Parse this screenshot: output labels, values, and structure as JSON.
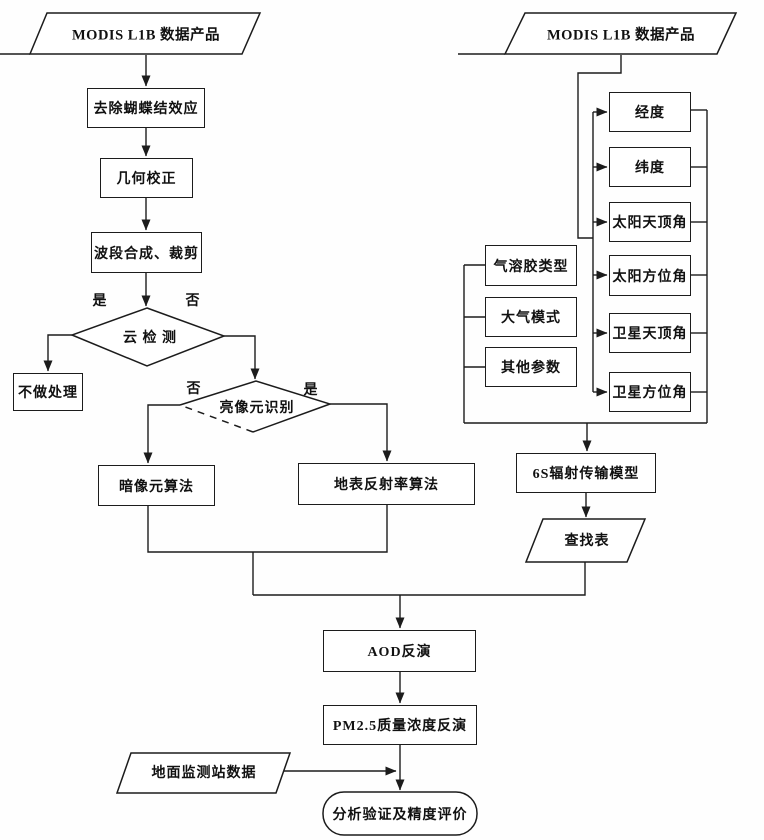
{
  "nodes": {
    "modis_left": "MODIS L1B 数据产品",
    "remove_bowtie": "去除蝴蝶结效应",
    "geometric_correction": "几何校正",
    "band_composite_crop": "波段合成、裁剪",
    "cloud_detection": "云 检 测",
    "no_processing": "不做处理",
    "bright_pixel_id": "亮像元识别",
    "dark_pixel_algo": "暗像元算法",
    "surface_reflectance_algo": "地表反射率算法",
    "modis_right": "MODIS L1B 数据产品",
    "longitude": "经度",
    "latitude": "纬度",
    "sun_zenith": "太阳天顶角",
    "sun_azimuth": "太阳方位角",
    "sat_zenith": "卫星天顶角",
    "sat_azimuth": "卫星方位角",
    "aerosol_type": "气溶胶类型",
    "atmospheric_model": "大气模式",
    "other_params": "其他参数",
    "rt_model_6s": "6S辐射传输模型",
    "lookup_table": "查找表",
    "aod_retrieval": "AOD反演",
    "pm25_retrieval": "PM2.5质量浓度反演",
    "ground_station_data": "地面监测站数据",
    "analysis_validation": "分析验证及精度评价"
  },
  "branch_labels": {
    "cloud_yes": "是",
    "cloud_no": "否",
    "bright_no": "否",
    "bright_yes": "是"
  },
  "colors": {
    "line": "#1c1c1c",
    "text": "#111111",
    "background": "#fefefe"
  }
}
